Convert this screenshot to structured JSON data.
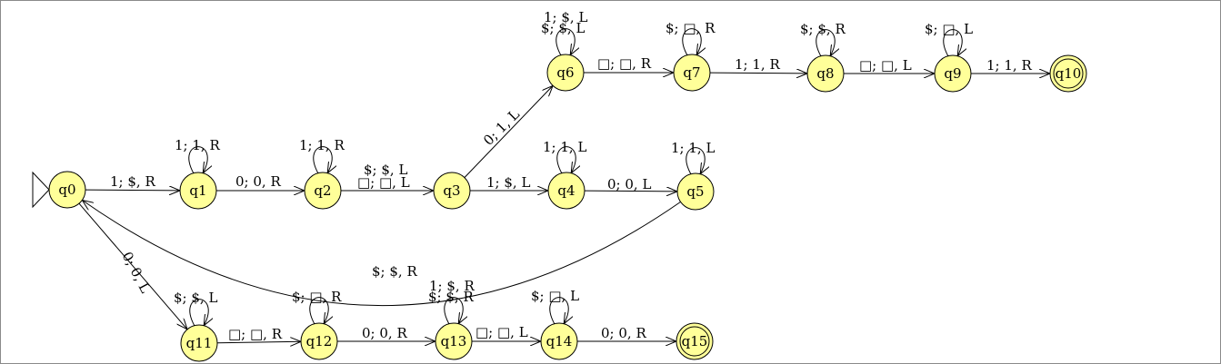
{
  "diagram": {
    "colors": {
      "state_fill": "#ffff99",
      "stroke": "#000000",
      "background": "#ffffff"
    },
    "start_state": "q0",
    "states": [
      {
        "id": "q0",
        "label": "q0",
        "final": false
      },
      {
        "id": "q1",
        "label": "q1",
        "final": false
      },
      {
        "id": "q2",
        "label": "q2",
        "final": false
      },
      {
        "id": "q3",
        "label": "q3",
        "final": false
      },
      {
        "id": "q4",
        "label": "q4",
        "final": false
      },
      {
        "id": "q5",
        "label": "q5",
        "final": false
      },
      {
        "id": "q6",
        "label": "q6",
        "final": false
      },
      {
        "id": "q7",
        "label": "q7",
        "final": false
      },
      {
        "id": "q8",
        "label": "q8",
        "final": false
      },
      {
        "id": "q9",
        "label": "q9",
        "final": false
      },
      {
        "id": "q10",
        "label": "q10",
        "final": true
      },
      {
        "id": "q11",
        "label": "q11",
        "final": false
      },
      {
        "id": "q12",
        "label": "q12",
        "final": false
      },
      {
        "id": "q13",
        "label": "q13",
        "final": false
      },
      {
        "id": "q14",
        "label": "q14",
        "final": false
      },
      {
        "id": "q15",
        "label": "q15",
        "final": true
      }
    ],
    "transitions": [
      {
        "id": "t_q0_q1",
        "from": "q0",
        "to": "q1",
        "label": "1; $, R"
      },
      {
        "id": "t_q1_q1",
        "from": "q1",
        "to": "q1",
        "label": "1; 1, R"
      },
      {
        "id": "t_q1_q2",
        "from": "q1",
        "to": "q2",
        "label": "0; 0, R"
      },
      {
        "id": "t_q2_q2",
        "from": "q2",
        "to": "q2",
        "label": "1; 1, R"
      },
      {
        "id": "t_q2_q3_a",
        "from": "q2",
        "to": "q3",
        "label": "$; $, L"
      },
      {
        "id": "t_q2_q3_b",
        "from": "q2",
        "to": "q3",
        "label": "□; □, L"
      },
      {
        "id": "t_q3_q4",
        "from": "q3",
        "to": "q4",
        "label": "1; $, L"
      },
      {
        "id": "t_q3_q6",
        "from": "q3",
        "to": "q6",
        "label": "0; 1, L"
      },
      {
        "id": "t_q4_q4",
        "from": "q4",
        "to": "q4",
        "label": "1; 1, L"
      },
      {
        "id": "t_q4_q5",
        "from": "q4",
        "to": "q5",
        "label": "0; 0, L"
      },
      {
        "id": "t_q5_q5",
        "from": "q5",
        "to": "q5",
        "label": "1; 1, L"
      },
      {
        "id": "t_q5_q0",
        "from": "q5",
        "to": "q0",
        "label": "$; $, R"
      },
      {
        "id": "t_q6_q6_a",
        "from": "q6",
        "to": "q6",
        "label": "1; $, L"
      },
      {
        "id": "t_q6_q6_b",
        "from": "q6",
        "to": "q6",
        "label": "$; $, L"
      },
      {
        "id": "t_q6_q7",
        "from": "q6",
        "to": "q7",
        "label": "□; □, R"
      },
      {
        "id": "t_q7_q7",
        "from": "q7",
        "to": "q7",
        "label": "$; □, R"
      },
      {
        "id": "t_q7_q8",
        "from": "q7",
        "to": "q8",
        "label": "1; 1, R"
      },
      {
        "id": "t_q8_q8",
        "from": "q8",
        "to": "q8",
        "label": "$; $, R"
      },
      {
        "id": "t_q8_q9",
        "from": "q8",
        "to": "q9",
        "label": "□; □, L"
      },
      {
        "id": "t_q9_q9",
        "from": "q9",
        "to": "q9",
        "label": "$; □, L"
      },
      {
        "id": "t_q9_q10",
        "from": "q9",
        "to": "q10",
        "label": "1; 1, R"
      },
      {
        "id": "t_q0_q11",
        "from": "q0",
        "to": "q11",
        "label": "0; 0, L"
      },
      {
        "id": "t_q11_q11",
        "from": "q11",
        "to": "q11",
        "label": "$; $, L"
      },
      {
        "id": "t_q11_q12",
        "from": "q11",
        "to": "q12",
        "label": "□; □, R"
      },
      {
        "id": "t_q12_q12",
        "from": "q12",
        "to": "q12",
        "label": "$; □, R"
      },
      {
        "id": "t_q12_q13",
        "from": "q12",
        "to": "q13",
        "label": "0; 0, R"
      },
      {
        "id": "t_q13_q13_a",
        "from": "q13",
        "to": "q13",
        "label": "1; $, R"
      },
      {
        "id": "t_q13_q13_b",
        "from": "q13",
        "to": "q13",
        "label": "$; $, R"
      },
      {
        "id": "t_q13_q14",
        "from": "q13",
        "to": "q14",
        "label": "□; □, L"
      },
      {
        "id": "t_q14_q14",
        "from": "q14",
        "to": "q14",
        "label": "$; □, L"
      },
      {
        "id": "t_q14_q15",
        "from": "q14",
        "to": "q15",
        "label": "0; 0, R"
      }
    ]
  }
}
